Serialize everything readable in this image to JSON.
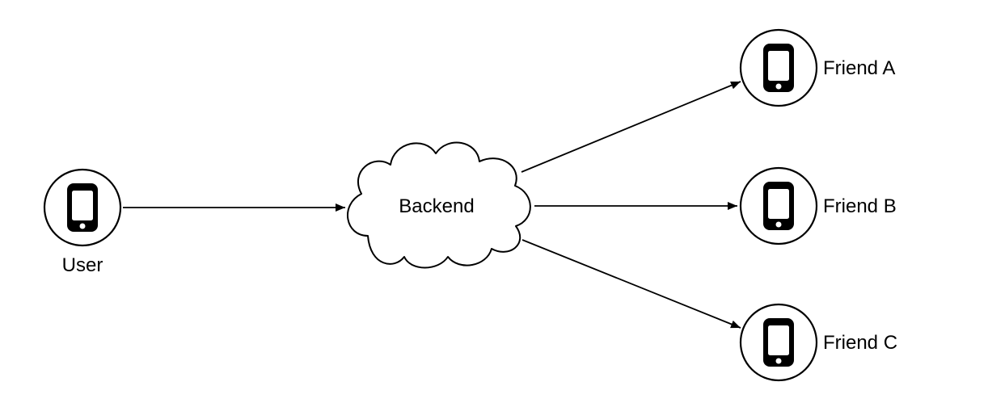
{
  "diagram": {
    "nodes": {
      "user": {
        "label": "User",
        "icon": "smartphone-icon"
      },
      "backend": {
        "label": "Backend",
        "shape": "cloud"
      },
      "friends": [
        {
          "label": "Friend A",
          "icon": "smartphone-icon"
        },
        {
          "label": "Friend B",
          "icon": "smartphone-icon"
        },
        {
          "label": "Friend C",
          "icon": "smartphone-icon"
        }
      ]
    },
    "edges": [
      {
        "from": "User",
        "to": "Backend"
      },
      {
        "from": "Backend",
        "to": "Friend A"
      },
      {
        "from": "Backend",
        "to": "Friend B"
      },
      {
        "from": "Backend",
        "to": "Friend C"
      }
    ],
    "colors": {
      "stroke": "#000000",
      "fill": "#ffffff",
      "background": "#ffffff"
    }
  }
}
